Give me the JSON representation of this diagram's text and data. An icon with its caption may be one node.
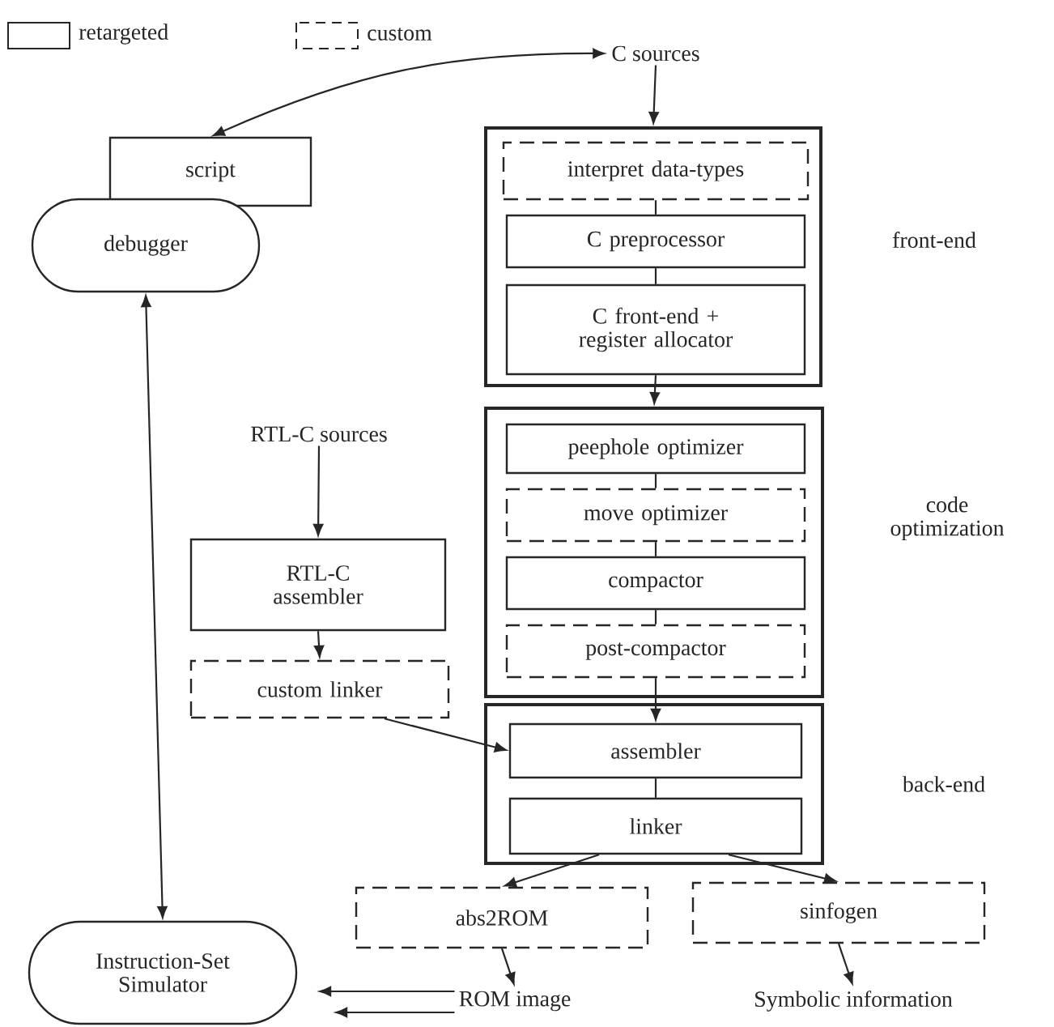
{
  "diagram": {
    "nodes": [
      {
        "text": [
          "C sources"
        ]
      },
      {
        "text": [
          "front-end"
        ]
      },
      {
        "text": [
          "interpret data-types"
        ],
        "in": 1
      },
      {
        "text": [
          "C preprocessor"
        ],
        "in": 1
      },
      {
        "text": [
          "C front-end + register allocator"
        ],
        "in": 1
      },
      {
        "text": [
          "code optimization"
        ]
      },
      {
        "text": [
          "peephole optimizer"
        ],
        "in": 5
      },
      {
        "text": [
          "move optimizer"
        ],
        "in": 5
      },
      {
        "text": [
          "compactor"
        ],
        "in": 5
      },
      {
        "text": [
          "post-compactor"
        ],
        "in": 5
      },
      {
        "text": [
          "back-end"
        ]
      },
      {
        "text": [
          "assembler"
        ],
        "in": 10
      },
      {
        "text": [
          "linker"
        ],
        "in": 10
      },
      {
        "text": [
          "abs2ROM"
        ]
      },
      {
        "text": [
          "sinfogen"
        ]
      },
      {
        "text": [
          "ROM image"
        ]
      },
      {
        "text": [
          "Symbolic information"
        ]
      },
      {
        "text": [
          "Instruction-Set Simulator"
        ]
      },
      {
        "text": [
          "script"
        ]
      },
      {
        "text": [
          "debugger"
        ]
      },
      {
        "text": [
          "RTL-C sources"
        ]
      },
      {
        "text": [
          "RTL-C assembler"
        ]
      },
      {
        "text": [
          "custom linker"
        ]
      }
    ],
    "edges": [
      {
        "from": 18,
        "to": 0,
        "arrow": "both"
      },
      {
        "from": 0,
        "to": 1,
        "arrow": "to"
      },
      {
        "from": 2,
        "to": 3,
        "arrow": "none"
      },
      {
        "from": 3,
        "to": 4,
        "arrow": "none"
      },
      {
        "from": 4,
        "to": 5,
        "arrow": "to"
      },
      {
        "from": 6,
        "to": 7,
        "arrow": "none"
      },
      {
        "from": 7,
        "to": 8,
        "arrow": "none"
      },
      {
        "from": 8,
        "to": 9,
        "arrow": "none"
      },
      {
        "from": 9,
        "to": 11,
        "arrow": "to"
      },
      {
        "from": 11,
        "to": 12,
        "arrow": "none"
      },
      {
        "from": 20,
        "to": 21,
        "arrow": "to"
      },
      {
        "from": 21,
        "to": 22,
        "arrow": "to"
      },
      {
        "from": 22,
        "to": 11,
        "arrow": "to"
      },
      {
        "from": 12,
        "to": 13,
        "arrow": "to"
      },
      {
        "from": 12,
        "to": 14,
        "arrow": "to"
      },
      {
        "from": 13,
        "to": 15,
        "arrow": "to"
      },
      {
        "from": 14,
        "to": 16,
        "arrow": "to"
      },
      {
        "from": 15,
        "to": 17,
        "arrow": "to"
      },
      {
        "from": 15,
        "to": 17,
        "arrow": "to"
      },
      {
        "from": 19,
        "to": 17,
        "arrow": "both"
      }
    ],
    "legend": [
      {
        "text": "retargeted"
      },
      {
        "text": "custom"
      }
    ]
  }
}
